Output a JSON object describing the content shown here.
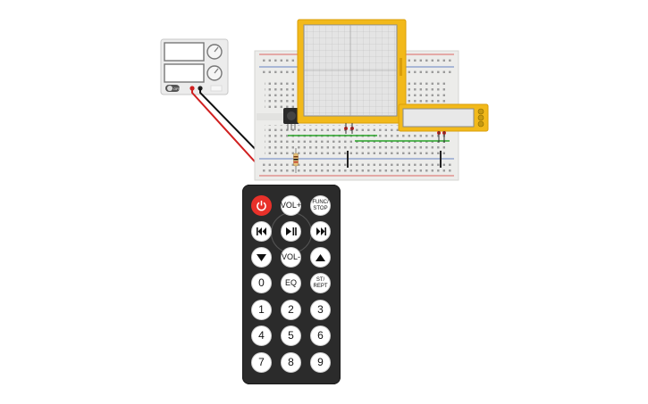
{
  "power_supply": {
    "label": "OFF"
  },
  "remote": {
    "buttons": {
      "vol_up": "VOL+",
      "func_stop": "FUNC/\nSTOP",
      "vol_down": "VOL-",
      "eq": "EQ",
      "st_rept": "ST/\nREPT",
      "digits": [
        "0",
        "1",
        "2",
        "3",
        "4",
        "5",
        "6",
        "7",
        "8",
        "9"
      ]
    }
  },
  "colors": {
    "lcd_frame": "#f2b91a",
    "breadboard": "#ececea",
    "rail_red": "#d93a34",
    "rail_blue": "#3a5fb5",
    "wire_red": "#d02020",
    "wire_black": "#111111",
    "wire_green": "#29a329",
    "remote_body": "#2b2b2b",
    "power_button": "#e8312a"
  },
  "icons": [
    "power-icon",
    "previous-icon",
    "play-pause-icon",
    "next-icon",
    "down-icon",
    "up-icon"
  ]
}
